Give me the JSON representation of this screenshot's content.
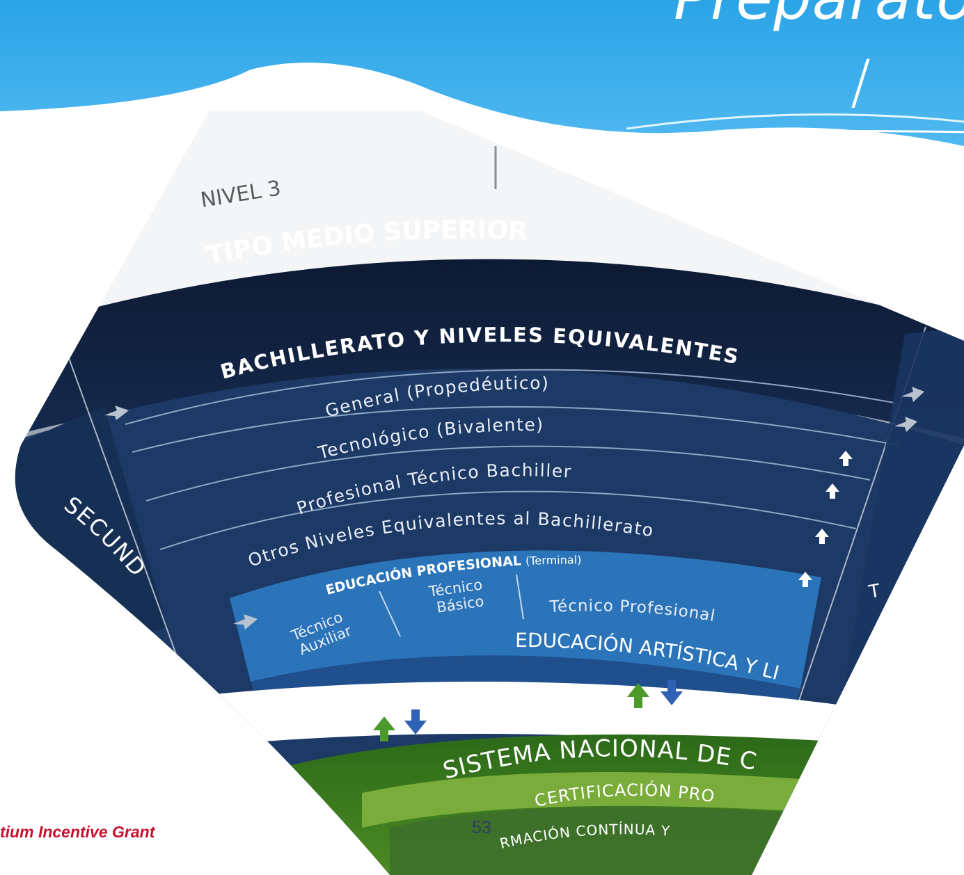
{
  "slide": {
    "title_line1": "Preparato",
    "title_line2": "/",
    "title_line3": "High Scho",
    "footer_org": "tium Incentive Grant",
    "page_number": "53"
  },
  "diagram": {
    "levels": [
      "NIVEL 3",
      "NIVE"
    ],
    "tipo": "TIPO MEDIO SUPERIOR",
    "bachillerato": "BACHILLERATO Y NIVELES EQUIVALENTES",
    "rows": [
      "General (Propedéutico)",
      "Tecnológico (Bivalente)",
      "Profesional Técnico Bachiller",
      "Otros Niveles Equivalentes al Bachillerato"
    ],
    "profesional_title": "EDUCACIÓN PROFESIONAL",
    "profesional_sub": "(Terminal)",
    "tecnico_auxiliar_1": "Técnico",
    "tecnico_auxiliar_2": "Auxiliar",
    "tecnico_basico_1": "Técnico",
    "tecnico_basico_2": "Básico",
    "tecnico_profesional": "Técnico Profesional",
    "artistica": "EDUCACIÓN ARTÍSTICA Y LI",
    "secundaria": "SECUND",
    "right_partial": "T",
    "sistema": "SISTEMA NACIONAL DE C",
    "certificacion": "CERTIFICACIÓN PRO",
    "formacion": "RMACIÓN CONTÍNUA Y"
  },
  "colors": {
    "header_blue": "#2aa3e4",
    "navy": "#10213f",
    "band_blue": "#1e3f6e",
    "profesional_blue": "#2a73b8",
    "green_dark": "#2f6d1a",
    "green_light": "#6a9e2e",
    "footer_red": "#c8102e"
  },
  "icons": [
    "arrow-right-icon",
    "arrow-up-icon",
    "arrow-down-icon"
  ]
}
